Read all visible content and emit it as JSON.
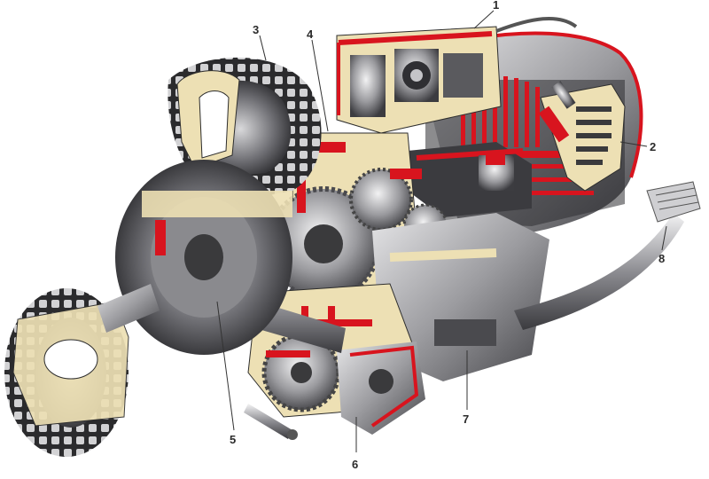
{
  "callouts": [
    {
      "id": "c1",
      "label": "1"
    },
    {
      "id": "c2",
      "label": "2"
    },
    {
      "id": "c3",
      "label": "3"
    },
    {
      "id": "c4",
      "label": "4"
    },
    {
      "id": "c5",
      "label": "5"
    },
    {
      "id": "c6",
      "label": "6"
    },
    {
      "id": "c7",
      "label": "7"
    },
    {
      "id": "c8",
      "label": "8"
    }
  ],
  "colors": {
    "cutaway_red": "#d8141e",
    "casing_cream": "#ede0b4",
    "metal_dark": "#3a3a3c",
    "metal_mid": "#8a8a8e",
    "metal_light": "#d6d6d8",
    "tire_dark": "#2b2b2d"
  }
}
